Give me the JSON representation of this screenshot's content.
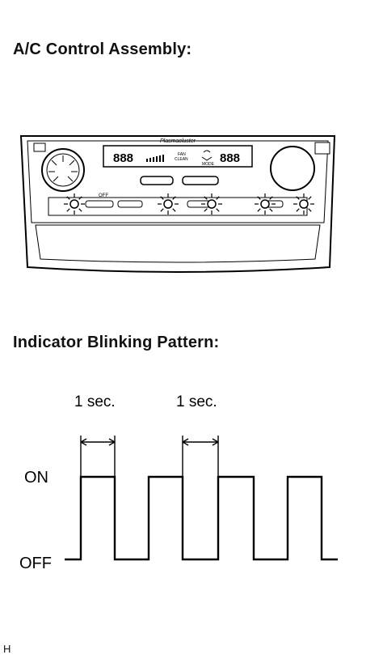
{
  "headings": {
    "assembly": "A/C Control Assembly:",
    "pattern": "Indicator Blinking Pattern:"
  },
  "panel": {
    "brand": "Plasmacluster",
    "left_display": "888",
    "right_display": "888",
    "fan_label": "FAN",
    "mode_label": "MODE",
    "off_label": "OFF",
    "clean_label": "CLEAN",
    "led_count": 5
  },
  "blink_pattern": {
    "on_label": "ON",
    "off_label": "OFF",
    "interval_labels": [
      "1 sec.",
      "1 sec."
    ],
    "sequence": [
      0,
      1,
      0,
      1,
      0,
      1,
      0,
      1,
      0
    ]
  },
  "footnote": "H"
}
